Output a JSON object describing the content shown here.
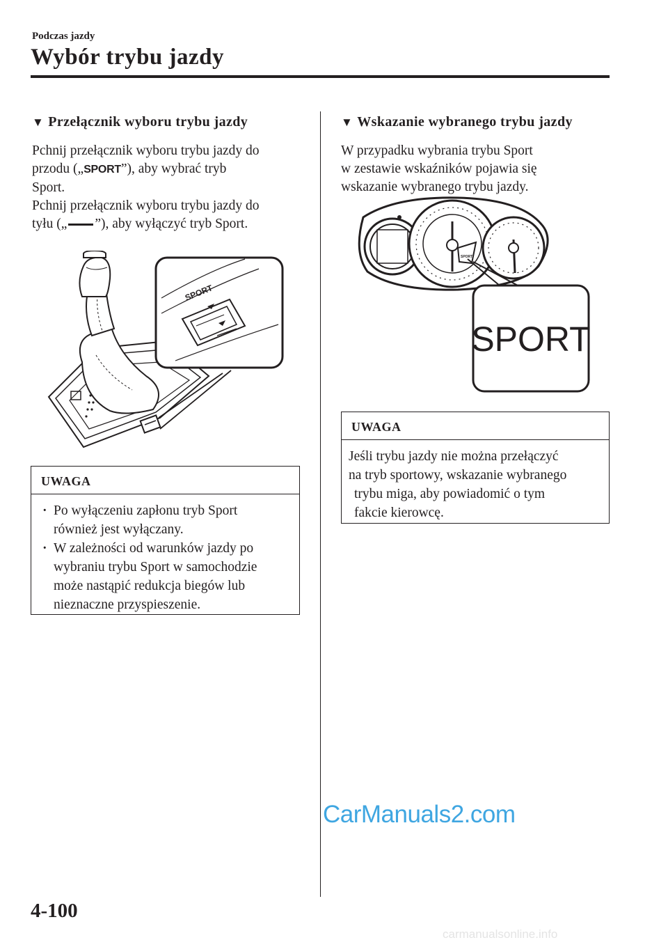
{
  "header": {
    "section": "Podczas jazdy",
    "title": "Wybór trybu jazdy"
  },
  "left": {
    "heading_marker": "▼",
    "heading": "Przełącznik wyboru trybu jazdy",
    "p1": [
      "Pchnij przełącznik wyboru trybu jazdy do",
      "przodu („",
      "”), aby wybrać tryb",
      "Sport."
    ],
    "sport_symbol": "SPORT",
    "p2": [
      "Pchnij przełącznik wyboru trybu jazdy do",
      "tyłu („",
      "”), aby wyłączyć tryb Sport."
    ],
    "illustration_label": "SPORT",
    "note": {
      "title": "UWAGA",
      "bullet": "·",
      "items": [
        [
          "Po wyłączeniu zapłonu tryb Sport",
          "również jest wyłączany."
        ],
        [
          "W zależności od warunków jazdy po",
          "wybraniu trybu Sport w samochodzie",
          "może nastąpić redukcja biegów lub",
          "nieznaczne przyspieszenie."
        ]
      ]
    }
  },
  "right": {
    "heading_marker": "▼",
    "heading": "Wskazanie wybranego trybu jazdy",
    "p1": [
      "W przypadku wybrania trybu Sport",
      "w zestawie wskaźników pojawia się",
      "wskazanie wybranego trybu jazdy."
    ],
    "indicator_label": "SPORT",
    "note": {
      "title": "UWAGA",
      "lines": [
        "Jeśli trybu jazdy nie można przełączyć",
        "na tryb sportowy, wskazanie wybranego",
        "trybu miga, aby powiadomić o tym",
        "fakcie kierowcę."
      ]
    }
  },
  "footer": {
    "page_number": "4-100",
    "watermark": "CarManuals2.com",
    "url": "carmanualsonline.info"
  }
}
